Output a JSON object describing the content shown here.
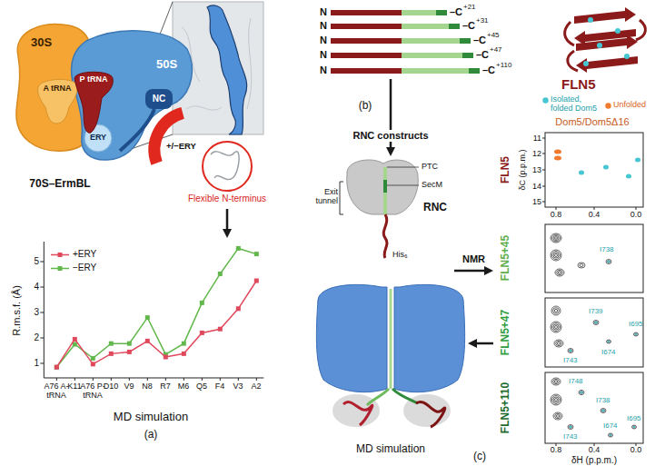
{
  "diagram": {
    "nodes": [
      {
        "text": [
          "30S"
        ]
      },
      {
        "text": [
          "50S"
        ]
      },
      {
        "text": [
          "ERY"
        ],
        "in": 1
      },
      {
        "text": [
          "NC"
        ],
        "in": 1
      },
      {
        "text": [
          "A tRNA"
        ]
      },
      {
        "text": [
          "P tRNA"
        ]
      },
      {
        "text": [
          "Flexible N-terminus"
        ]
      },
      {
        "text": [
          "R.m.s.f. (Å)"
        ]
      },
      {
        "text": [
          "N",
          "–C",
          "+21"
        ]
      },
      {
        "text": [
          "N",
          "–C",
          "+31"
        ]
      },
      {
        "text": [
          "N",
          "–C",
          "+45"
        ]
      },
      {
        "text": [
          "N",
          "–C",
          "+47"
        ]
      },
      {
        "text": [
          "N",
          "–C",
          "+110"
        ]
      },
      {
        "text": [
          "RNC"
        ]
      },
      {
        "text": [
          "FLN5"
        ]
      },
      {
        "text": [
          "FLN5+45"
        ]
      },
      {
        "text": [
          "FLN5+47"
        ]
      },
      {
        "text": [
          "FLN5+110"
        ]
      },
      {
        "text": [
          "MD simulation"
        ]
      }
    ],
    "edges": [
      {
        "from": 6,
        "to": 7,
        "arrow": "to"
      },
      {
        "from": 12,
        "to": 13,
        "arrow": "to",
        "label": "RNC constructs"
      },
      {
        "from": 13,
        "to": 15,
        "arrow": "to",
        "label": "NMR"
      },
      {
        "from": 16,
        "to": 18,
        "arrow": "to"
      }
    ],
    "labels": [
      "+/−ERY",
      "70S–ErmBL",
      "1",
      "2",
      "3",
      "4",
      "5",
      "A76 A-tRNA",
      "K11",
      "A76 P-tRNA",
      "D10",
      "V9",
      "N8",
      "R7",
      "M6",
      "Q5",
      "F4",
      "V3",
      "A2",
      "MD simulation",
      "(a)",
      "(b)",
      "FLN5",
      "Dom5/Dom5Δ16",
      "PTC",
      "SecM",
      "Exit tunnel",
      "His₆",
      "δC (p.p.m.)",
      "11",
      "12",
      "13",
      "14",
      "15",
      "0.8",
      "0.4",
      "0.0",
      "I738",
      "I739",
      "I695",
      "I674",
      "I743",
      "I748",
      "I738",
      "I674",
      "I695",
      "I743",
      "0.8",
      "0.4",
      "0.0",
      "δH (p.p.m.)",
      "(c)"
    ],
    "legend": [
      {
        "text": "+ERY",
        "color": "#e0485c"
      },
      {
        "text": "−ERY",
        "color": "#62b84c"
      },
      {
        "text": "Isolated, folded Dom5",
        "color": "#45c6d2"
      },
      {
        "text": "Unfolded",
        "color": "#f07a2e"
      }
    ]
  }
}
